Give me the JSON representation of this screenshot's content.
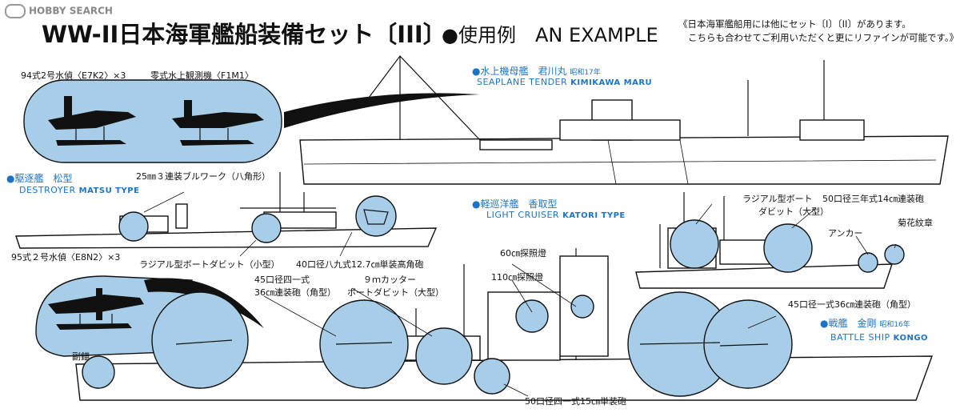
{
  "brand": {
    "logo_text": "HOBBY SEARCH"
  },
  "header": {
    "title": "WW-II日本海軍艦船装備セット〔III〕",
    "example_label": "●使用例　AN EXAMPLE",
    "note_line1": "《日本海軍艦船用には他にセット〔I〕〔II〕があります。",
    "note_line2": "こちらも合わせてご利用いただくと更にリファインが可能です。》"
  },
  "floatplanes": {
    "e7k2": "94式2号水偵〈E7K2〉×3",
    "f1m1": "零式水上観測機〈F1M1〉",
    "e8n2": "95式２号水偵〈E8N2〉×3"
  },
  "ships": {
    "kimikawa": {
      "jp": "●水上機母艦　君川丸",
      "year": "昭和17年",
      "en": "SEAPLANE TENDER",
      "en_bold": "KIMIKAWA MARU"
    },
    "matsu": {
      "jp": "●駆逐艦　松型",
      "en": "DESTROYER",
      "en_bold": "MATSU TYPE"
    },
    "katori": {
      "jp": "●軽巡洋艦　香取型",
      "en": "LIGHT CRUISER",
      "en_bold": "KATORI TYPE"
    },
    "kongo": {
      "jp": "●戦艦　金剛",
      "year": "昭和16年",
      "en": "BATTLE SHIP",
      "en_bold": "KONGO"
    }
  },
  "parts": {
    "bulwark": "25㎜３連装ブルワーク（八角形）",
    "davit_small": "ラジアル型ボートダビット（小型）",
    "aa_gun": "40口径八九式12.7㎝単装高角砲",
    "davit_large_line1": "ラジアル型ボート",
    "davit_large_line2": "ダビット（大型）",
    "gun_14cm": "50口径三年式14㎝連装砲",
    "anchor": "アンカー",
    "chrysanthemum": "菊花紋章",
    "searchlight_60": "60㎝探照燈",
    "searchlight_110": "110㎝探照燈",
    "gun_36_line1": "45口径四一式",
    "gun_36_line2": "36㎝連装砲（角型）",
    "cutter_line1": "９ｍカッター",
    "cutter_line2": "ボートダビット（大型）",
    "gun_36_kongo": "45口径一式36㎝連装砲（角型）",
    "secondary_anchor": "副錨",
    "gun_15cm": "50口径四一式15㎝単装砲"
  }
}
